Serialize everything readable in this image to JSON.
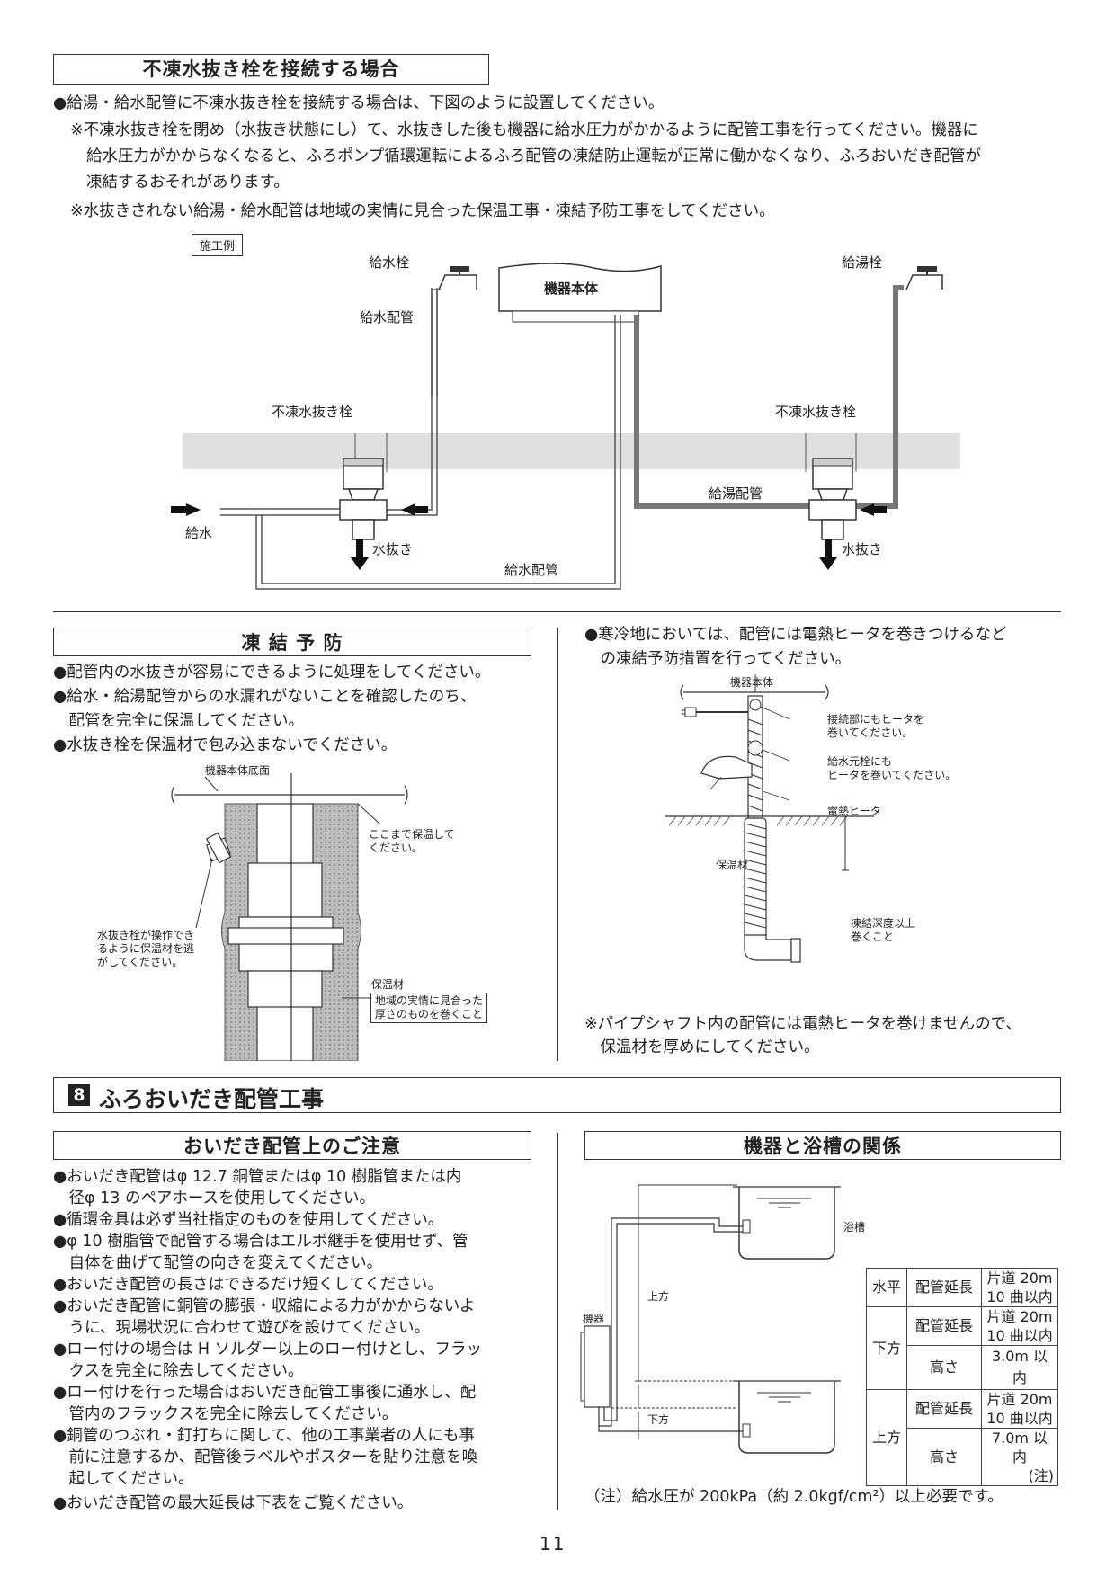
{
  "section1": {
    "title": "不凍水抜き栓を接続する場合",
    "p1": "●給湯・給水配管に不凍水抜き栓を接続する場合は、下図のように設置してください。",
    "note1": [
      "※不凍水抜き栓を閉め（水抜き状態にし）て、水抜きした後も機器に給水圧力がかかるように配管工事を行ってください。機器に",
      "給水圧力がかからなくなると、ふろポンプ循環運転によるふろ配管の凍結防止運転が正常に働かなくなり、ふろおいだき配管が",
      "凍結するおそれがあります。"
    ],
    "note2": "※水抜きされない給湯・給水配管は地域の実情に見合った保温工事・凍結予防工事をしてください。",
    "example_label": "施工例",
    "diagram": {
      "water_tap": "給水栓",
      "hot_tap": "給湯栓",
      "unit": "機器本体",
      "supply_pipe": "給水配管",
      "antifreeze_left": "不凍水抜き栓",
      "antifreeze_right": "不凍水抜き栓",
      "hot_pipe": "給湯配管",
      "water_in": "給水",
      "drain_left": "水抜き",
      "drain_right": "水抜き",
      "supply_pipe_bottom": "給水配管"
    }
  },
  "section2": {
    "title": "凍 結 予 防",
    "items": [
      "●配管内の水抜きが容易にできるように処理をしてください。",
      "●給水・給湯配管からの水漏れがないことを確認したのち、",
      "　配管を完全に保温してください。",
      "●水抜き栓を保温材で包み込まないでください。"
    ],
    "diagram": {
      "unit_bottom": "機器本体底面",
      "keep_warm_to_here": [
        "ここまで保温して",
        "ください。"
      ],
      "drain_note": [
        "水抜き栓が操作でき",
        "るように保温材を逃",
        "がしてください。"
      ],
      "insulation": "保温材",
      "insulation_note": [
        "地域の実情に見合った",
        "厚さのものを巻くこと"
      ]
    }
  },
  "section3": {
    "items": [
      "●寒冷地においては、配管には電熱ヒータを巻きつけるなど",
      "　の凍結予防措置を行ってください。"
    ],
    "diagram": {
      "unit": "機器本体",
      "joint_note": [
        "接続部にもヒータを",
        "巻いてください。"
      ],
      "valve_note": [
        "給水元栓にも",
        "ヒータを巻いてください。"
      ],
      "heater": "電熱ヒータ",
      "insulation": "保温材",
      "depth_note": [
        "凍結深度以上",
        "巻くこと"
      ]
    },
    "footnote": [
      "※パイプシャフト内の配管には電熱ヒータを巻けませんので、",
      "　保温材を厚めにしてください。"
    ]
  },
  "chapter8": {
    "number": "8",
    "title": "ふろおいだき配管工事"
  },
  "section4": {
    "title": "おいだき配管上のご注意",
    "items": [
      "●おいだき配管はφ 12.7 銅管またはφ 10 樹脂管または内",
      "　径φ 13 のペアホースを使用してください。",
      "●循環金具は必ず当社指定のものを使用してください。",
      "●φ 10 樹脂管で配管する場合はエルボ継手を使用せず、管",
      "　自体を曲げて配管の向きを変えてください。",
      "●おいだき配管の長さはできるだけ短くしてください。",
      "●おいだき配管に銅管の膨張・収縮による力がかからないよ",
      "　うに、現場状況に合わせて遊びを設けてください。",
      "●ロー付けの場合は H ソルダー以上のロー付けとし、フラッ",
      "　クスを完全に除去してください。",
      "●ロー付けを行った場合はおいだき配管工事後に通水し、配",
      "　管内のフラックスを完全に除去してください。",
      "●銅管のつぶれ・釘打ちに関して、他の工事業者の人にも事",
      "　前に注意するか、配管後ラベルやポスターを貼り注意を喚",
      "　起してください。",
      "●おいだき配管の最大延長は下表をご覧ください。"
    ]
  },
  "section5": {
    "title": "機器と浴槽の関係",
    "diagram": {
      "bathtub": "浴槽",
      "unit": "機器",
      "upper": "上方",
      "lower": "下方"
    },
    "table": {
      "horizontal": "水平",
      "lower": "下方",
      "upper": "上方",
      "pipe_ext": "配管延長",
      "height": "高さ",
      "ext_val_a": "片道 20m",
      "ext_val_b": "10 曲以内",
      "h_lower": "3.0m 以内",
      "h_upper": "7.0m 以内",
      "h_upper_note": "(注)"
    },
    "note": "（注）給水圧が 200kPa（約 2.0kgf/cm²）以上必要です。"
  },
  "page_number": "11"
}
